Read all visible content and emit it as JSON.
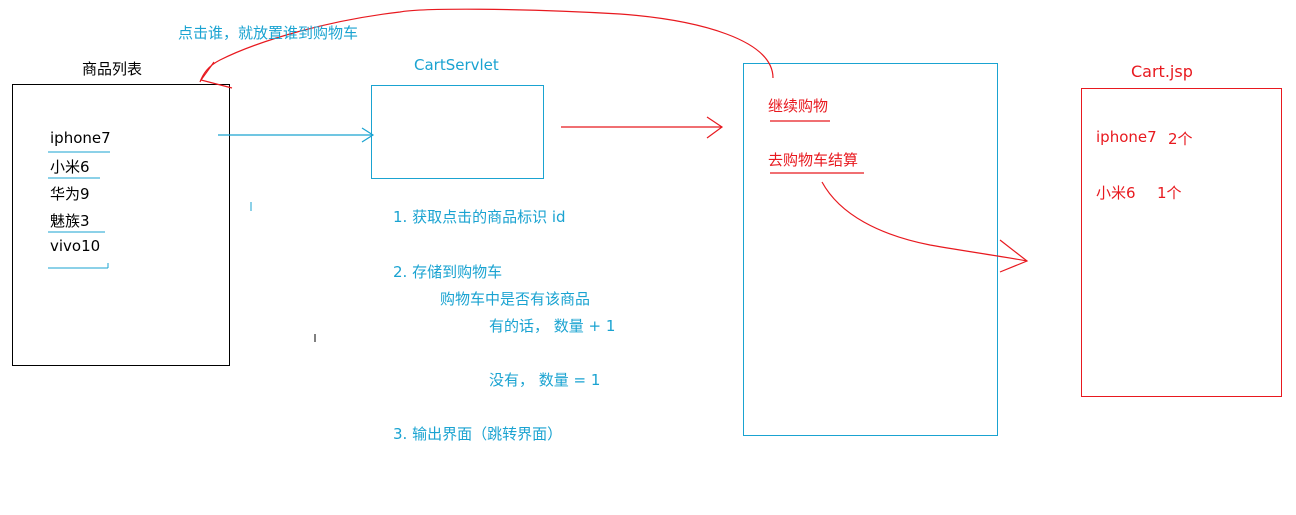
{
  "top_note": "点击谁，就放置谁到购物车",
  "product_list": {
    "title": "商品列表",
    "items": [
      "iphone7",
      "小米6",
      "华为9",
      "魅族3",
      "vivo10"
    ]
  },
  "servlet": {
    "title": "CartServlet",
    "steps": [
      "1. 获取点击的商品标识 id",
      "2. 存储到购物车",
      "购物车中是否有该商品",
      "有的话， 数量 + 1",
      "没有， 数量 = 1",
      "3.  输出界面（跳转界面）"
    ]
  },
  "result_page": {
    "continue_shopping": "继续购物",
    "checkout": "去购物车结算"
  },
  "cart_jsp": {
    "title": "Cart.jsp",
    "rows": [
      {
        "name": "iphone7",
        "qty": "2个"
      },
      {
        "name": "小米6",
        "qty": "1个"
      }
    ]
  },
  "colors": {
    "blue": "#1aa3d1",
    "red": "#e8191f",
    "black": "#000000"
  }
}
